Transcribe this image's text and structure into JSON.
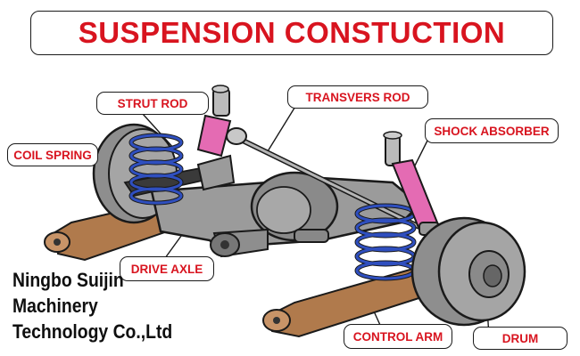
{
  "title": "SUSPENSION CONSTUCTION",
  "labels": {
    "strut_rod": "STRUT ROD",
    "transvers_rod": "TRANSVERS ROD",
    "shock_absorber": "SHOCK ABSORBER",
    "coil_spring": "COIL SPRING",
    "drive_axle": "DRIVE AXLE",
    "control_arm": "CONTROL ARM",
    "drum": "DRUM"
  },
  "watermark": {
    "line1": "Ningbo Suijin",
    "line2": "Machinery",
    "line3": "Technology Co.,Ltd"
  },
  "colors": {
    "label_text": "#d8141f",
    "spring": "#2f4fbf",
    "shock_absorber": "#e46bb3",
    "control_arm": "#b07a4c",
    "axle_body": "#9b9b9b",
    "drum": "#8e8e8e"
  }
}
